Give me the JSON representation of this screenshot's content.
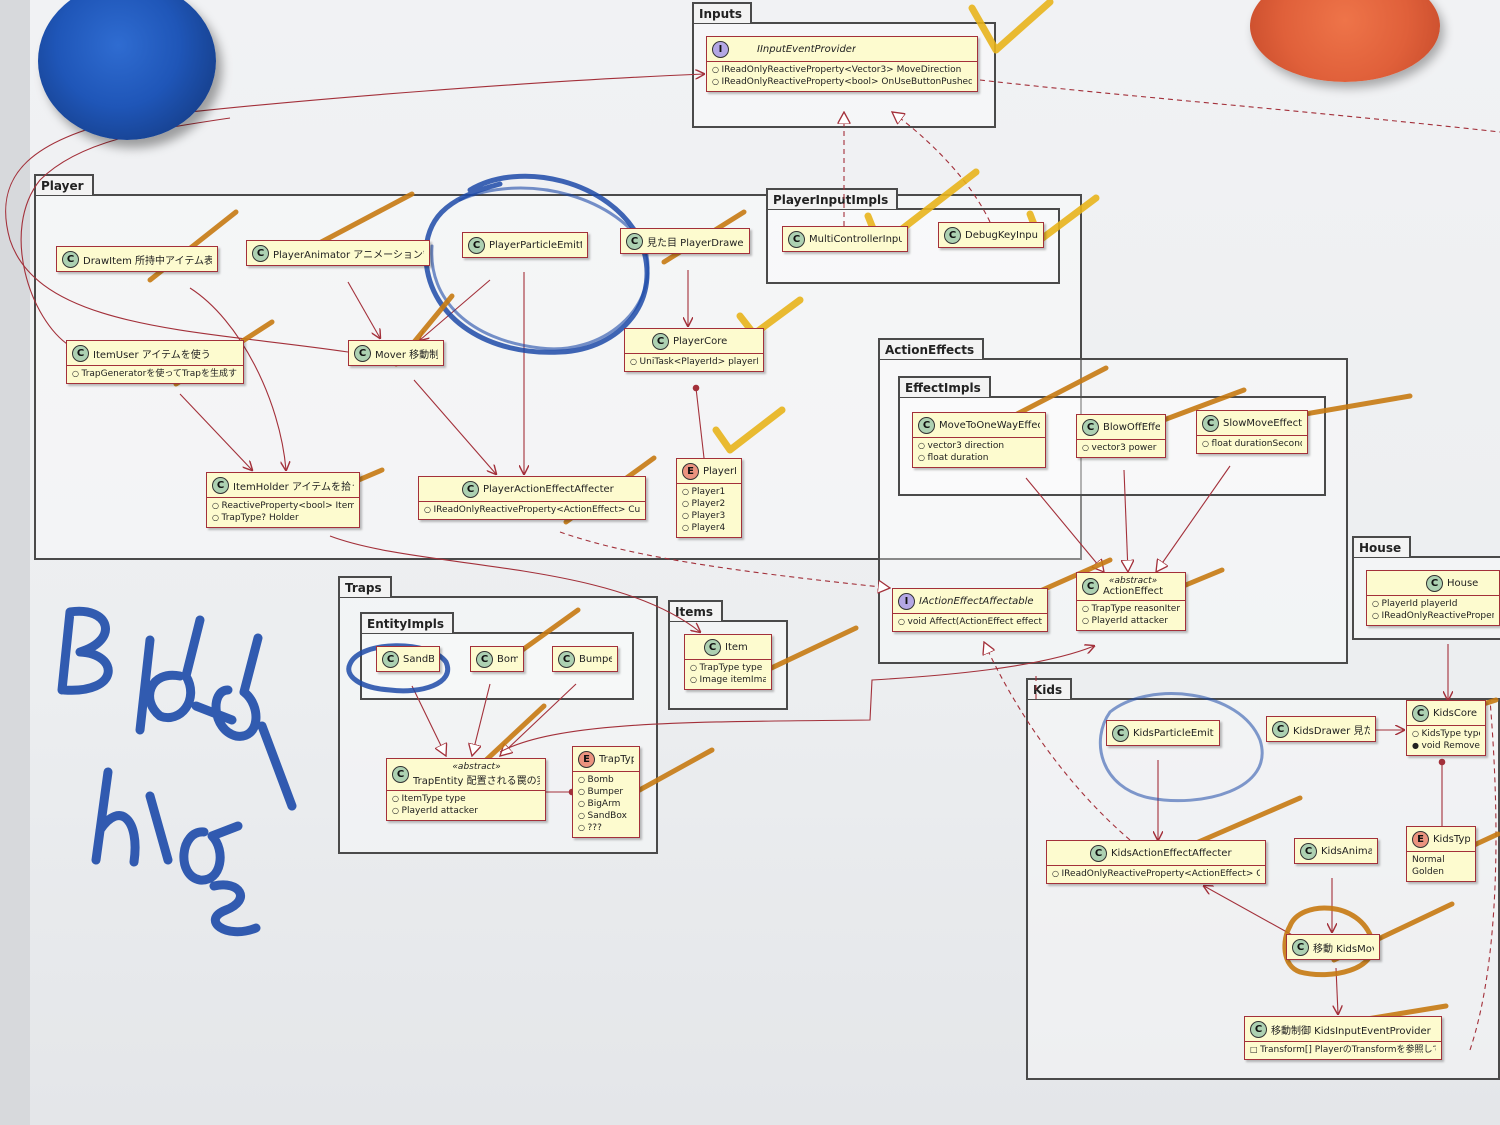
{
  "packages": {
    "inputs": "Inputs",
    "player": "Player",
    "player_input_impls": "PlayerInputImpls",
    "action_effects": "ActionEffects",
    "effect_impls": "EffectImpls",
    "traps": "Traps",
    "entity_impls": "EntityImpls",
    "items": "Items",
    "house": "House",
    "kids": "Kids"
  },
  "classes": {
    "input_event_provider": {
      "kind": "I",
      "name": "IInputEventProvider",
      "members": [
        "IReadOnlyReactiveProperty<Vector3> MoveDirection",
        "IReadOnlyReactiveProperty<bool> OnUseButtonPushed"
      ]
    },
    "draw_item": {
      "kind": "C",
      "name": "DrawItem 所持中アイテム表示"
    },
    "player_animator": {
      "kind": "C",
      "name": "PlayerAnimator アニメーション管理"
    },
    "player_particle_emitter": {
      "kind": "C",
      "name": "PlayerParticleEmitter"
    },
    "player_drawer": {
      "kind": "C",
      "name": "見た目 PlayerDrawer"
    },
    "multi_controller_input": {
      "kind": "C",
      "name": "MultiControllerInput"
    },
    "debug_key_input": {
      "kind": "C",
      "name": "DebugKeyInput"
    },
    "item_user": {
      "kind": "C",
      "name": "ItemUser アイテムを使う",
      "members": [
        "TrapGeneratorを使ってTrapを生成する"
      ]
    },
    "mover": {
      "kind": "C",
      "name": "Mover 移動制御"
    },
    "player_core": {
      "kind": "C",
      "name": "PlayerCore",
      "members": [
        "UniTask<PlayerId> playerId"
      ]
    },
    "item_holder": {
      "kind": "C",
      "name": "ItemHolder アイテムを拾う",
      "members": [
        "ReactiveProperty<bool> ItemHold",
        "TrapType? Holder"
      ]
    },
    "player_action_effect_affecter": {
      "kind": "C",
      "name": "PlayerActionEffectAffecter",
      "members": [
        "IReadOnlyReactiveProperty<ActionEffect> Current"
      ]
    },
    "player_id": {
      "kind": "E",
      "name": "PlayerId",
      "members": [
        "Player1",
        "Player2",
        "Player3",
        "Player4"
      ]
    },
    "move_to_one_way_effect": {
      "kind": "C",
      "name": "MoveToOneWayEffect",
      "members": [
        "vector3 direction",
        "float duration"
      ]
    },
    "blow_off_effect": {
      "kind": "C",
      "name": "BlowOffEffect",
      "members": [
        "vector3 power"
      ]
    },
    "slow_move_effect": {
      "kind": "C",
      "name": "SlowMoveEffect",
      "members": [
        "float durationSeconds"
      ]
    },
    "action_effect_affectable": {
      "kind": "I",
      "name": "IActionEffectAffectable",
      "members": [
        "void Affect(ActionEffect effect)"
      ]
    },
    "action_effect": {
      "kind": "C",
      "stereotype": "«abstract»",
      "name": "ActionEffect",
      "members": [
        "TrapType reasonItem",
        "PlayerId attacker"
      ]
    },
    "sand_box": {
      "kind": "C",
      "name": "SandBox"
    },
    "bomb": {
      "kind": "C",
      "name": "Bomb"
    },
    "bumper": {
      "kind": "C",
      "name": "Bumper"
    },
    "trap_entity": {
      "kind": "C",
      "stereotype": "«abstract»",
      "name": "TrapEntity 配置される罠の実体",
      "members": [
        "ItemType type",
        "PlayerId attacker"
      ]
    },
    "trap_type": {
      "kind": "E",
      "name": "TrapType",
      "members": [
        "Bomb",
        "Bumper",
        "BigArm",
        "SandBox",
        "???"
      ]
    },
    "item": {
      "kind": "C",
      "name": "Item",
      "members": [
        "TrapType type",
        "Image itemImage"
      ]
    },
    "house": {
      "kind": "C",
      "name": "House",
      "members": [
        "PlayerId playerId",
        "IReadOnlyReactiveProperty<"
      ]
    },
    "kids_particle_emitter": {
      "kind": "C",
      "name": "KidsParticleEmitter"
    },
    "kids_drawer": {
      "kind": "C",
      "name": "KidsDrawer 見た目"
    },
    "kids_core": {
      "kind": "C",
      "name": "KidsCore",
      "members": [
        "KidsType type",
        "void Remove()"
      ]
    },
    "kids_action_effect_affecter": {
      "kind": "C",
      "name": "KidsActionEffectAffecter",
      "members": [
        "IReadOnlyReactiveProperty<ActionEffect> Current"
      ]
    },
    "kids_animator": {
      "kind": "C",
      "name": "KidsAnimator"
    },
    "kids_type": {
      "kind": "E",
      "name": "KidsType",
      "members": [
        "Normal",
        "Golden"
      ]
    },
    "kids_mover": {
      "kind": "C",
      "name": "移動 KidsMover"
    },
    "kids_input_event_provider": {
      "kind": "C",
      "name": "移動制御 KidsInputEventProvider",
      "members": [
        "Transform[] PlayerのTransformを参照している"
      ]
    }
  },
  "colors": {
    "class_fill": "#fdfbcf",
    "class_border": "#a3303a",
    "arrow": "#a3303a",
    "check_mark": "#c77a12",
    "check_mark_yellow": "#e8b41c",
    "marker_blue": "#1d4aa8"
  },
  "icons": {
    "class_badge": "circle-C",
    "interface_badge": "circle-I",
    "enum_badge": "circle-E"
  }
}
